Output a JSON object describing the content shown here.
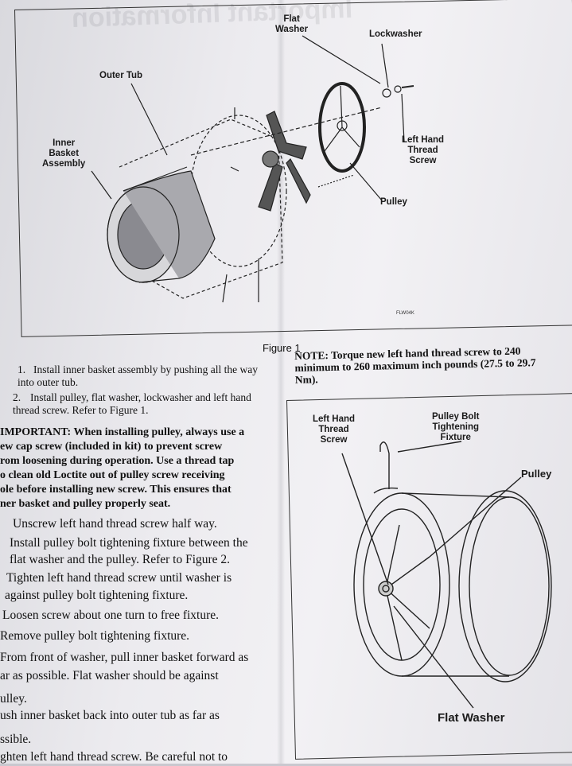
{
  "figure1": {
    "labels": {
      "flat_washer": "Flat\nWasher",
      "lockwasher": "Lockwasher",
      "outer_tub": "Outer Tub",
      "inner_basket_assembly": "Inner\nBasket\nAssembly",
      "left_hand_thread_screw": "Left Hand\nThread\nScrew",
      "pulley": "Pulley"
    },
    "code": "FLW04K",
    "caption": "Figure 1"
  },
  "steps": [
    {
      "num": "1.",
      "text": "Install inner basket assembly by pushing all the way into outer tub."
    },
    {
      "num": "2.",
      "text": "Install pulley, flat washer, lockwasher and left hand thread screw. Refer to Figure 1."
    }
  ],
  "note": "NOTE: Torque new left hand thread screw to 240 minimum to 260 maximum inch pounds (27.5 to 29.7 Nm).",
  "important": "IMPORTANT: When installing pulley, always use a new cap screw (included in kit) to prevent screw from loosening during operation. Use a thread tap to clean old Loctite out of pulley screw receiving hole before installing new screw. This ensures that inner basket and pulley properly seat.",
  "important_lines": [
    "IMPORTANT: When installing pulley, always use a",
    "ew cap screw (included in kit) to prevent screw",
    "rom loosening during operation. Use a thread tap",
    "o clean old Loctite out of pulley screw receiving",
    "ole before installing new screw. This ensures that",
    "ner basket and pulley properly seat."
  ],
  "more_steps_lines": [
    "Unscrew left hand thread screw half way.",
    "Install pulley bolt tightening fixture between the",
    "flat washer and the pulley. Refer to Figure 2.",
    "Tighten left hand thread screw until washer is",
    "against pulley bolt tightening fixture.",
    "Loosen screw about one turn to free fixture.",
    "Remove pulley bolt tightening fixture.",
    "From front of washer, pull inner basket forward as",
    "ar as possible. Flat washer should be against",
    "ulley.",
    "ush inner basket back into outer tub as far as",
    "ssible.",
    "ghten left hand thread screw. Be careful not to"
  ],
  "figure2": {
    "labels": {
      "left_hand_thread_screw": "Left Hand\nThread\nScrew",
      "pulley_bolt_tightening_fixture": "Pulley Bolt\nTightening\nFixture",
      "pulley": "Pulley",
      "flat_washer": "Flat Washer"
    }
  },
  "bleedthrough": "Important Information"
}
